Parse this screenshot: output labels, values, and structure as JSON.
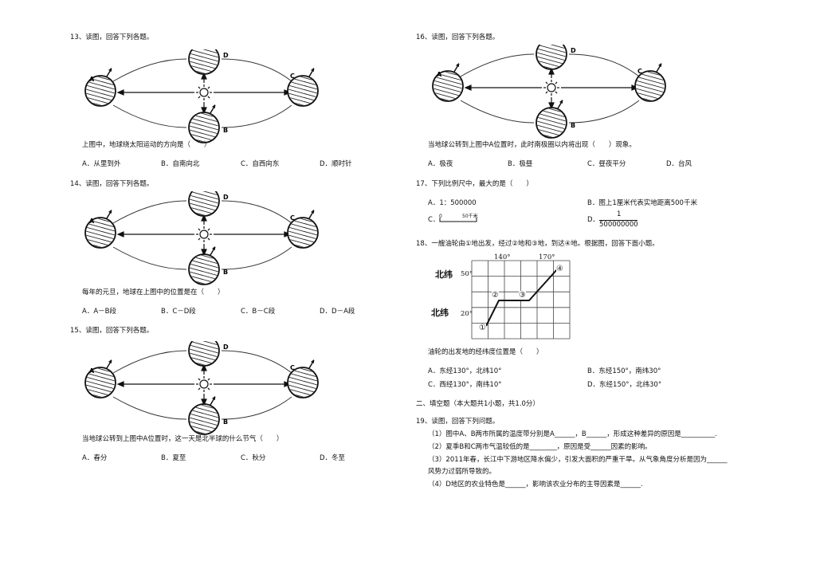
{
  "q13": {
    "title": "13、读图，回答下列各题。",
    "stem": "上图中，地球绕太阳运动的方向是（　　）",
    "options": [
      "A．从里到外",
      "B．自南向北",
      "C．自西向东",
      "D．顺时针"
    ]
  },
  "q14": {
    "title": "14、读图，回答下列各题。",
    "stem": "每年的元旦，地球在上图中的位置是在（　　）",
    "options": [
      "A．A－B段",
      "B．C－D段",
      "C．B－C段",
      "D．D－A段"
    ]
  },
  "q15": {
    "title": "15、读图，回答下列各题。",
    "stem": "当地球公转到上图中A位置时，这一天是北半球的什么节气（　　）",
    "options": [
      "A．春分",
      "B．夏至",
      "C．秋分",
      "D．冬至"
    ]
  },
  "q16": {
    "title": "16、读图，回答下列各题。",
    "stem": "当地球公转到上图中A位置时，此时南极圈以内将出现（　　）现象。",
    "options": [
      "A．极夜",
      "B．极昼",
      "C．昼夜平分",
      "D．台风"
    ]
  },
  "q17": {
    "title": "17、下列比例尺中，最大的是（　　）",
    "a": "A．1：500000",
    "b": "B．图上1厘米代表实地距离500千米",
    "c_label": "C．",
    "c_zero": "0",
    "c_scale": "50千米",
    "d_label": "D．",
    "d_num": "1",
    "d_den": "500000000"
  },
  "q18": {
    "title": "18、一艘油轮由①地出发，经过②地和③地，到达④地。根据图，回答下面小题。",
    "stem": "油轮的出发地的经纬度位置是（　　）",
    "options": [
      "A．东经130°，北纬10°",
      "B．东经150°，南纬30°",
      "C．西经130°，南纬10°",
      "D．东经150°，北纬30°"
    ],
    "lon1": "140°",
    "lon2": "170°",
    "lat_label": "北纬",
    "lat1": "50°",
    "lat2": "20°",
    "p1": "①",
    "p2": "②",
    "p3": "③",
    "p4": "④"
  },
  "section2": {
    "title": "二、填空题（本大题共1小题，共1.0分）"
  },
  "q19": {
    "title": "19、读图，回答下列问题。",
    "l1": "（1）图中A、B两市所属的温度带分别是A______，B______，形成这种差异的原因是__________.",
    "l2": "（2）夏季B和C两市气温较低的是________，原因是受______因素的影响。",
    "l3": "（3）2011年春，长江中下游地区降水偏少，引发大面积的严重干旱。从气象角度分析是因为______",
    "l3b": "风势力过弱所导致的。",
    "l4": "（4）D地区的农业特色是______，影响该农业分布的主导因素是______."
  },
  "orbit_labels": {
    "a": "A",
    "b": "B",
    "c": "C",
    "d": "D"
  }
}
